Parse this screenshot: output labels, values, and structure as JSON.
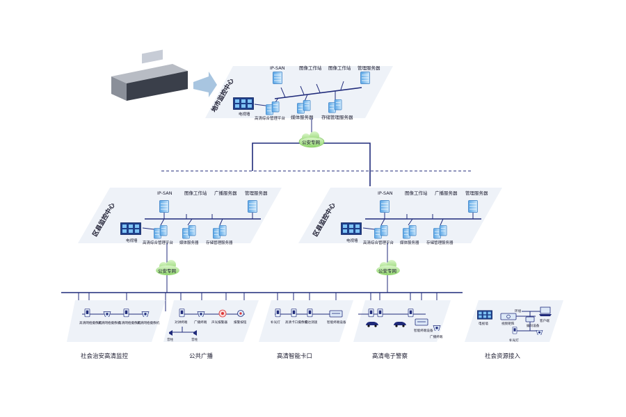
{
  "city_center": {
    "title": "地市监控中心",
    "top_labels": [
      "IP-SAN",
      "图像工作站",
      "图像工作站",
      "管理服务器"
    ],
    "wall_label": "电视墙",
    "bottom_labels": [
      "高清综合管理平台",
      "媒体服务器",
      "存储管理服务器"
    ]
  },
  "cloud_label": "公安专网",
  "district_left": {
    "title": "区县监控中心",
    "top_labels": [
      "IP-SAN",
      "图像工作站",
      "广播服务器",
      "管理服务器"
    ],
    "wall_label": "电视墙",
    "bottom_labels": [
      "高清综合管理平台",
      "媒体服务器",
      "存储管理服务器"
    ]
  },
  "district_right": {
    "title": "区县监控中心",
    "top_labels": [
      "IP-SAN",
      "图像工作站",
      "广播服务器",
      "管理服务器"
    ],
    "wall_label": "电视墙",
    "bottom_labels": [
      "高清综合管理平台",
      "媒体服务器",
      "存储管理服务器"
    ]
  },
  "groups": {
    "security": {
      "title": "社会治安高清监控",
      "devices": [
        "高清网络摄像机",
        "高清网络摄像机",
        "高清网络摄像机",
        "高清网络摄像机"
      ]
    },
    "broadcast": {
      "title": "公共广播",
      "devices": [
        "对讲终端",
        "广播终端",
        "声光报警器",
        "报警按钮"
      ],
      "sub": [
        "音柱",
        "音柱"
      ]
    },
    "checkpoint": {
      "title": "高清智能卡口",
      "devices": [
        "补光灯",
        "高清卡口摄像机",
        "雷达测速",
        "智能终端设备"
      ]
    },
    "police": {
      "title": "高清电子警察",
      "devices": [
        "智能终端设备",
        "广播终端"
      ]
    },
    "social": {
      "title": "社会资源接入",
      "devices": [
        "电视墙",
        "视频矩阵",
        "编码设备",
        "客户端",
        "补光灯"
      ],
      "switch_label": "环境"
    }
  }
}
